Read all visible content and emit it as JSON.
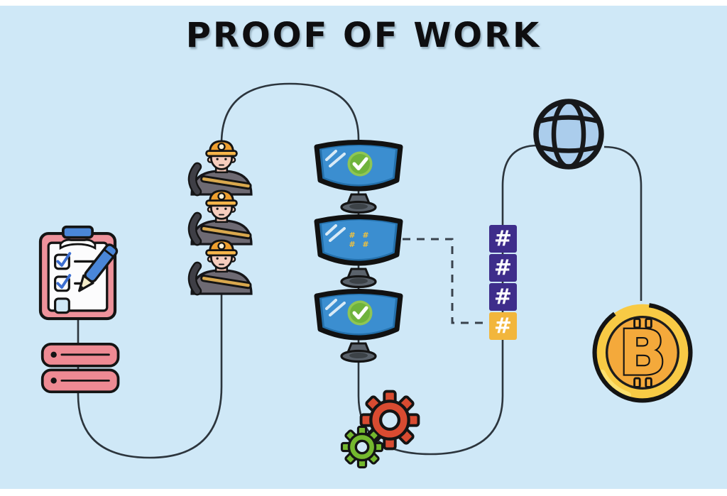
{
  "title": "PROOF OF WORK",
  "background_color": "#cfe8f7",
  "margin_color": "#ffffff",
  "flow_line_color": "#2c353d",
  "dashed_line_color": "#39424c",
  "stages": {
    "transactions": {
      "icon": "clipboard-checklist-icon",
      "checklist": {
        "checked_items": 2,
        "unchecked_items": 1
      },
      "list_bars": {
        "count": 2,
        "color": "#ee8a93"
      }
    },
    "miners": {
      "icon": "miner-icon",
      "count": 3,
      "hat_color": "#ef9f2e"
    },
    "monitors": [
      {
        "icon": "curved-monitor-icon",
        "status": "verified",
        "badge": "checkmark-icon",
        "badge_color": "#7ab648"
      },
      {
        "icon": "curved-monitor-icon",
        "status": "hashing",
        "screen_rows": [
          "# #",
          "# #"
        ],
        "symbol_color": "#f0c23e"
      },
      {
        "icon": "curved-monitor-icon",
        "status": "verified",
        "badge": "checkmark-icon",
        "badge_color": "#7ab648"
      }
    ],
    "gears": [
      {
        "icon": "gear-icon",
        "color": "#d84b31",
        "size": "large"
      },
      {
        "icon": "gear-icon",
        "color": "#74b82e",
        "size": "small"
      }
    ],
    "hash_column": {
      "blocks": [
        {
          "symbol": "#",
          "color": "#3e2d8b"
        },
        {
          "symbol": "#",
          "color": "#3e2d8b"
        },
        {
          "symbol": "#",
          "color": "#3e2d8b"
        },
        {
          "symbol": "#",
          "color": "#f2b63c"
        }
      ]
    },
    "network": {
      "icon": "globe-icon",
      "fill": "#abcdec"
    },
    "bitcoin": {
      "icon": "bitcoin-coin-icon",
      "symbol": "B",
      "coin_color": "#f8ca45",
      "inner_color": "#f4a93b"
    }
  }
}
